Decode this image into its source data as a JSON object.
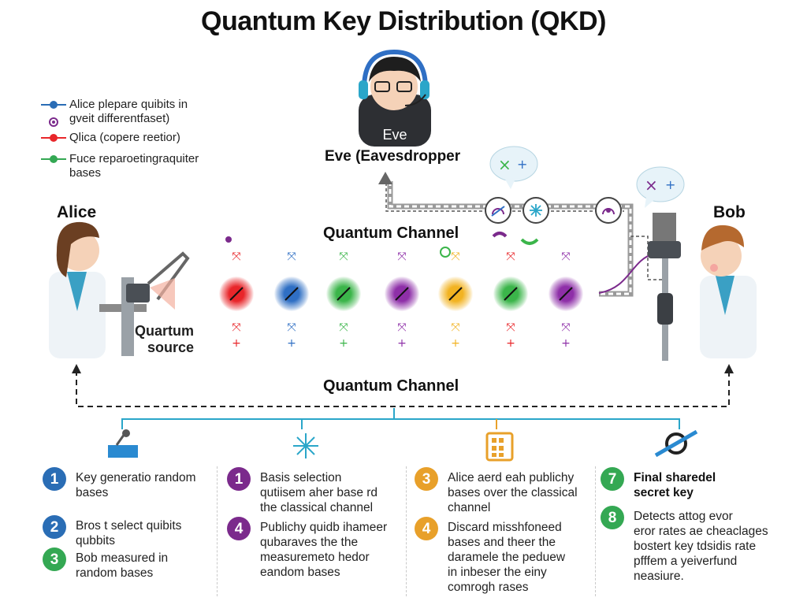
{
  "title": "Quantum Key Distribution (QKD)",
  "legend": [
    {
      "symbol": "blue-dot-line",
      "text": "Alice plepare quibits in\ngveit differentfaset)"
    },
    {
      "symbol": "purple-swirl",
      "text": ""
    },
    {
      "symbol": "red-dot-line",
      "text": "Qlica (copere reetior)"
    },
    {
      "symbol": "green-dot-line",
      "text": "Fuce reparoetingraquiter\nbases"
    }
  ],
  "eve": {
    "shirt_text": "Eve",
    "label": "Eve (Eavesdropper"
  },
  "alice": {
    "label": "Alice",
    "source_label": "Quartum\nsource"
  },
  "bob": {
    "label": "Bob"
  },
  "quantum_channel_top": "Quantum Channel",
  "quantum_channel_bottom": "Quantum Channel",
  "photon_colors": [
    "#e8262a",
    "#2f6fc4",
    "#3bb54a",
    "#8e2fa8",
    "#f2b322",
    "#3bb54a",
    "#8e2fa8"
  ],
  "steps": {
    "col1": [
      {
        "num": "1",
        "color": "#2a6db5",
        "text": "Key generatio random\nbases"
      },
      {
        "num": "2",
        "color": "#2a6db5",
        "text": "Bros t select quibits\nqubbits"
      },
      {
        "num": "3",
        "color": "#34a853",
        "text": "Bob measured in\nrandom bases"
      }
    ],
    "col2": [
      {
        "num": "1",
        "color": "#7b2a8c",
        "text": "Basis selection\nqutiisem aher base rd\nthe classical channel"
      },
      {
        "num": "4",
        "color": "#7b2a8c",
        "text": "Publichy quidb ihameer\nqubaraves the the\nmeasuremeto hedor\neandom bases"
      }
    ],
    "col3": [
      {
        "num": "3",
        "color": "#e8a02a",
        "text": "Alice aerd eah publichy\nbases over the classical\nchannel"
      },
      {
        "num": "4",
        "color": "#e8a02a",
        "text": "Discard misshfoneed\nbases and theer the\ndaramele the peduew\nin inbeser the einy\ncomrogh rases"
      }
    ],
    "col4": [
      {
        "num": "7",
        "color": "#34a853",
        "text": "Final sharedel\nsecret key"
      },
      {
        "num": "8",
        "color": "#34a853",
        "text": "Detects attog evor\neror rates ae cheaclages\nbostert key tdsidis rate\npfffem a yeiverfund\nneasiure."
      }
    ]
  }
}
